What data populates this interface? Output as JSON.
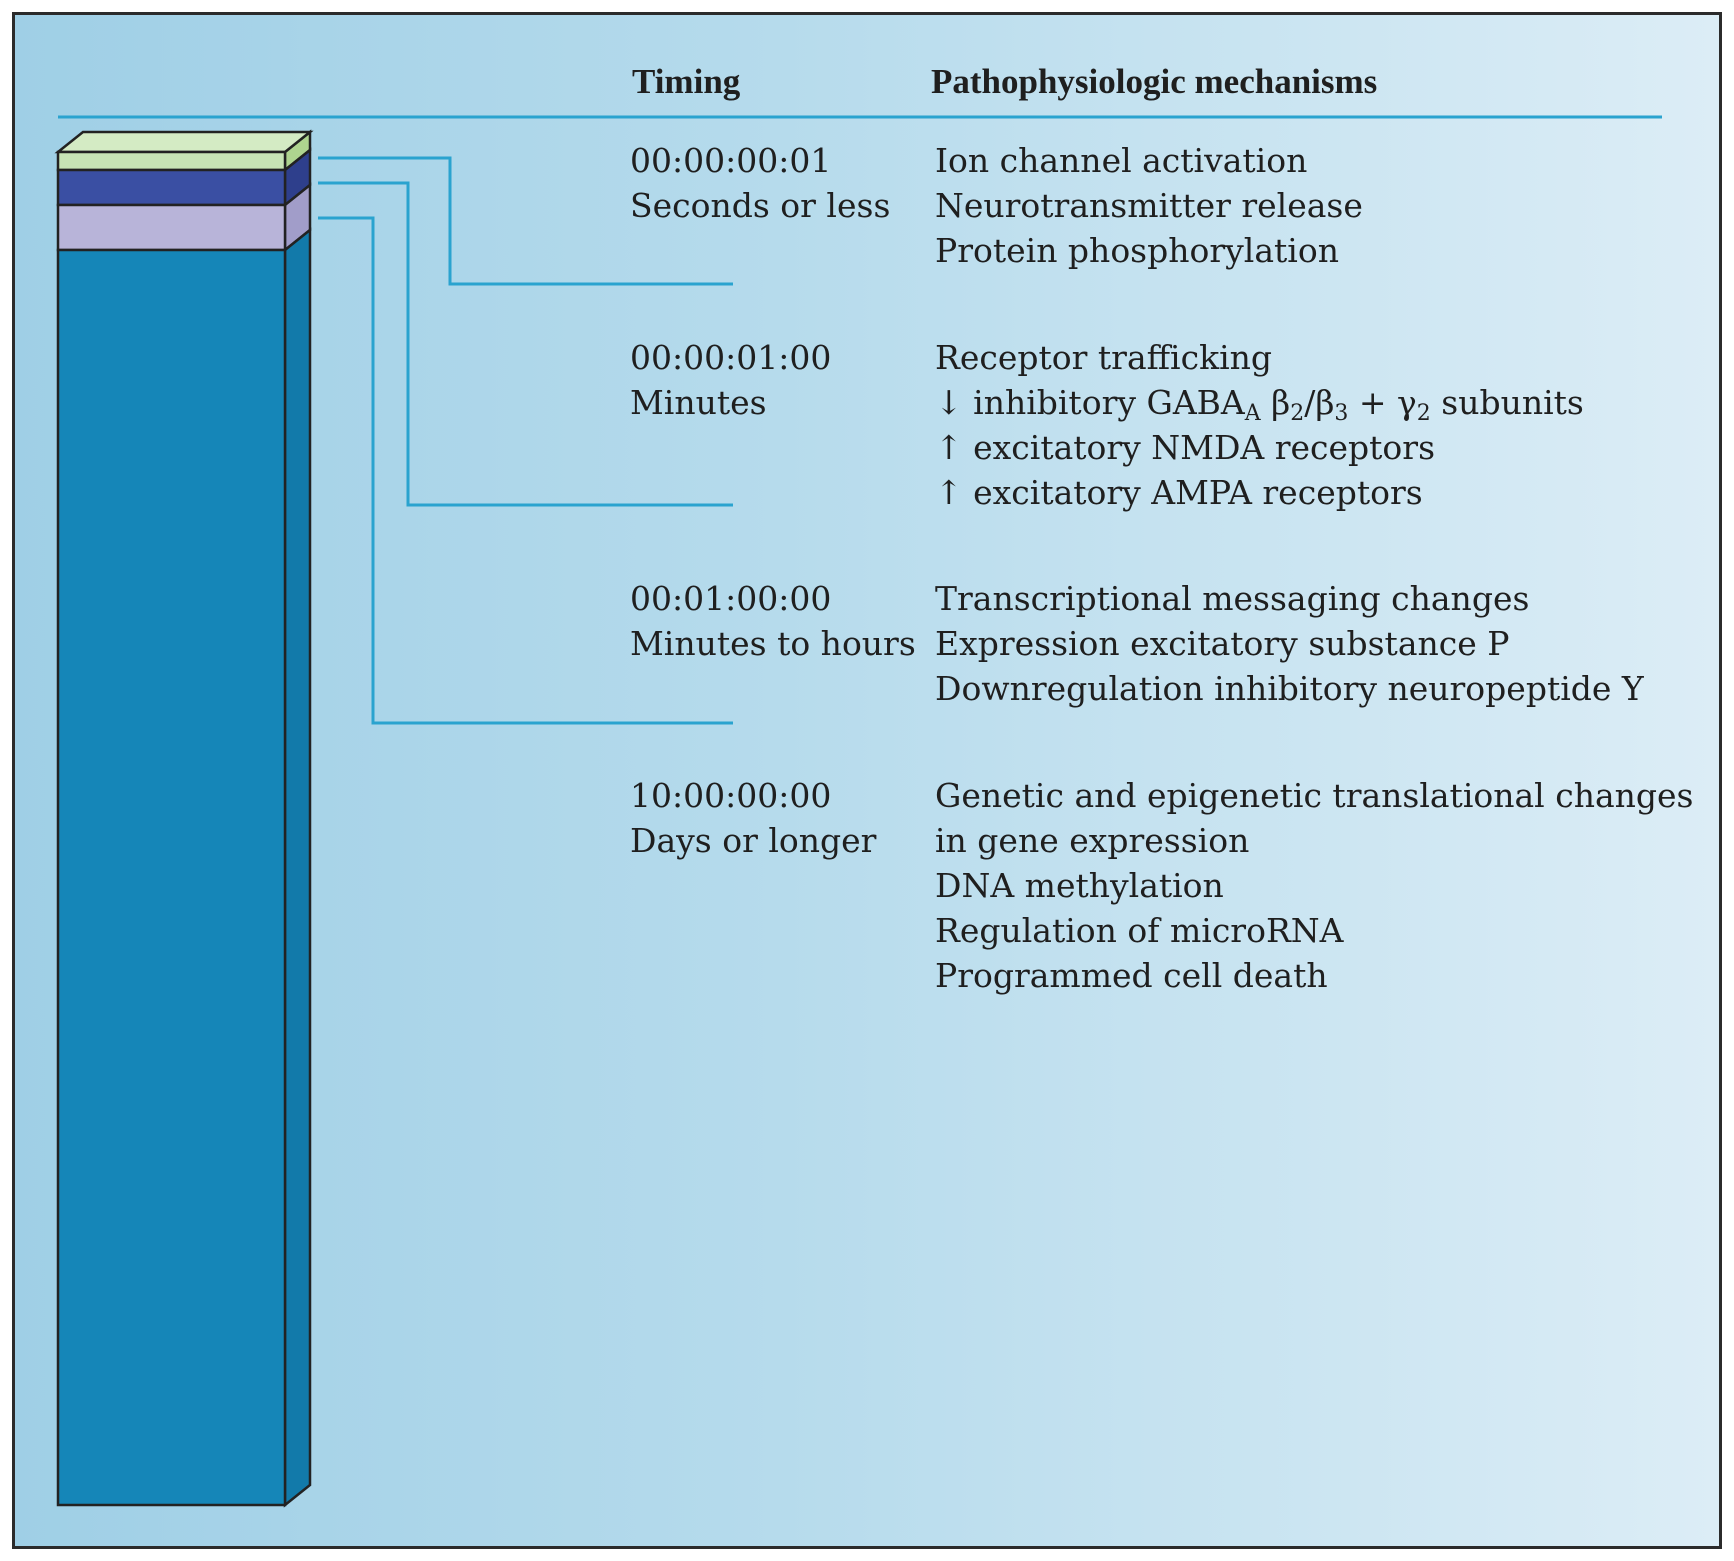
{
  "headers": {
    "timing": "Timing",
    "mechanisms": "Pathophysiologic mechanisms"
  },
  "colors": {
    "frame_border": "#2b2b2b",
    "background_left": "#9fcfe6",
    "background_right": "#dcedf6",
    "rule_line": "#2aa3cf",
    "segment_1": "#c7e4b5",
    "segment_2": "#3a4fa3",
    "segment_3": "#b8b4d9",
    "segment_4": "#1586b8"
  },
  "rows": [
    {
      "timecode": "00:00:00:01",
      "duration": "Seconds or less",
      "mechanisms": [
        "Ion channel activation",
        "Neurotransmitter release",
        "Protein phosphorylation"
      ]
    },
    {
      "timecode": "00:00:01:00",
      "duration": "Minutes",
      "mechanisms": [
        "Receptor trafficking",
        "↓ inhibitory GABAA β2/β3 + γ2 subunits",
        "↑ excitatory NMDA receptors",
        "↑ excitatory AMPA receptors"
      ]
    },
    {
      "timecode": "00:01:00:00",
      "duration": "Minutes to hours",
      "mechanisms": [
        "Transcriptional messaging changes",
        "Expression excitatory substance P",
        "Downregulation inhibitory neuropeptide Y"
      ]
    },
    {
      "timecode": "10:00:00:00",
      "duration": "Days or longer",
      "mechanisms": [
        "Genetic and epigenetic translational changes",
        "in gene expression",
        "DNA methylation",
        "Regulation of microRNA",
        "Programmed cell death"
      ]
    }
  ],
  "gaba_line_parts": {
    "prefix": "↓ inhibitory GABA",
    "sub_a": "A",
    "beta": " β",
    "sub_2": "2",
    "slash_beta": "/β",
    "sub_3": "3",
    "plus_gamma": " + γ",
    "sub_g2": "2",
    "suffix": " subunits"
  }
}
